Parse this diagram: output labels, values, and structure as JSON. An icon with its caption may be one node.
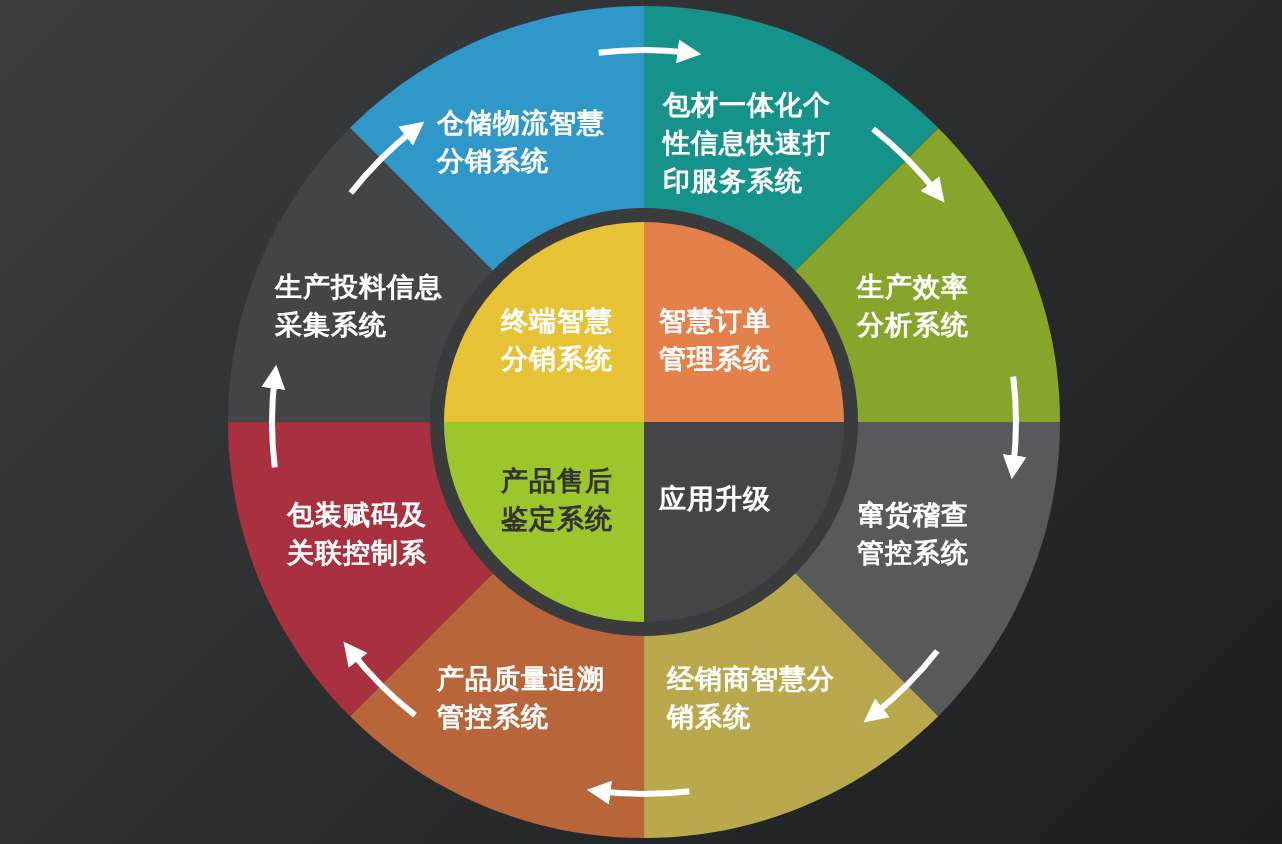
{
  "diagram": {
    "nodes": [
      {
        "text": [
          "仓储物流智慧分销系统"
        ]
      },
      {
        "text": [
          "包材一体化个性信息快速打印服务系统"
        ]
      },
      {
        "text": [
          "生产效率分析系统"
        ]
      },
      {
        "text": [
          "窜货稽查管控系统"
        ]
      },
      {
        "text": [
          "经销商智慧分销系统"
        ]
      },
      {
        "text": [
          "产品质量追溯管控系统"
        ]
      },
      {
        "text": [
          "包装赋码及关联控制系"
        ]
      },
      {
        "text": [
          "生产投料信息采集系统"
        ]
      },
      {
        "text": [
          "终端智慧分销系统"
        ]
      },
      {
        "text": [
          "智慧订单管理系统"
        ]
      },
      {
        "text": [
          "产品售后鉴定系统"
        ]
      },
      {
        "text": [
          "应用升级"
        ]
      }
    ],
    "edges": [
      {
        "from": 0,
        "to": 1,
        "arrow": "to"
      },
      {
        "from": 1,
        "to": 2,
        "arrow": "to"
      },
      {
        "from": 2,
        "to": 3,
        "arrow": "to"
      },
      {
        "from": 3,
        "to": 4,
        "arrow": "to"
      },
      {
        "from": 4,
        "to": 5,
        "arrow": "to"
      },
      {
        "from": 5,
        "to": 6,
        "arrow": "to"
      },
      {
        "from": 6,
        "to": 7,
        "arrow": "to"
      },
      {
        "from": 7,
        "to": 0,
        "arrow": "to"
      }
    ]
  }
}
